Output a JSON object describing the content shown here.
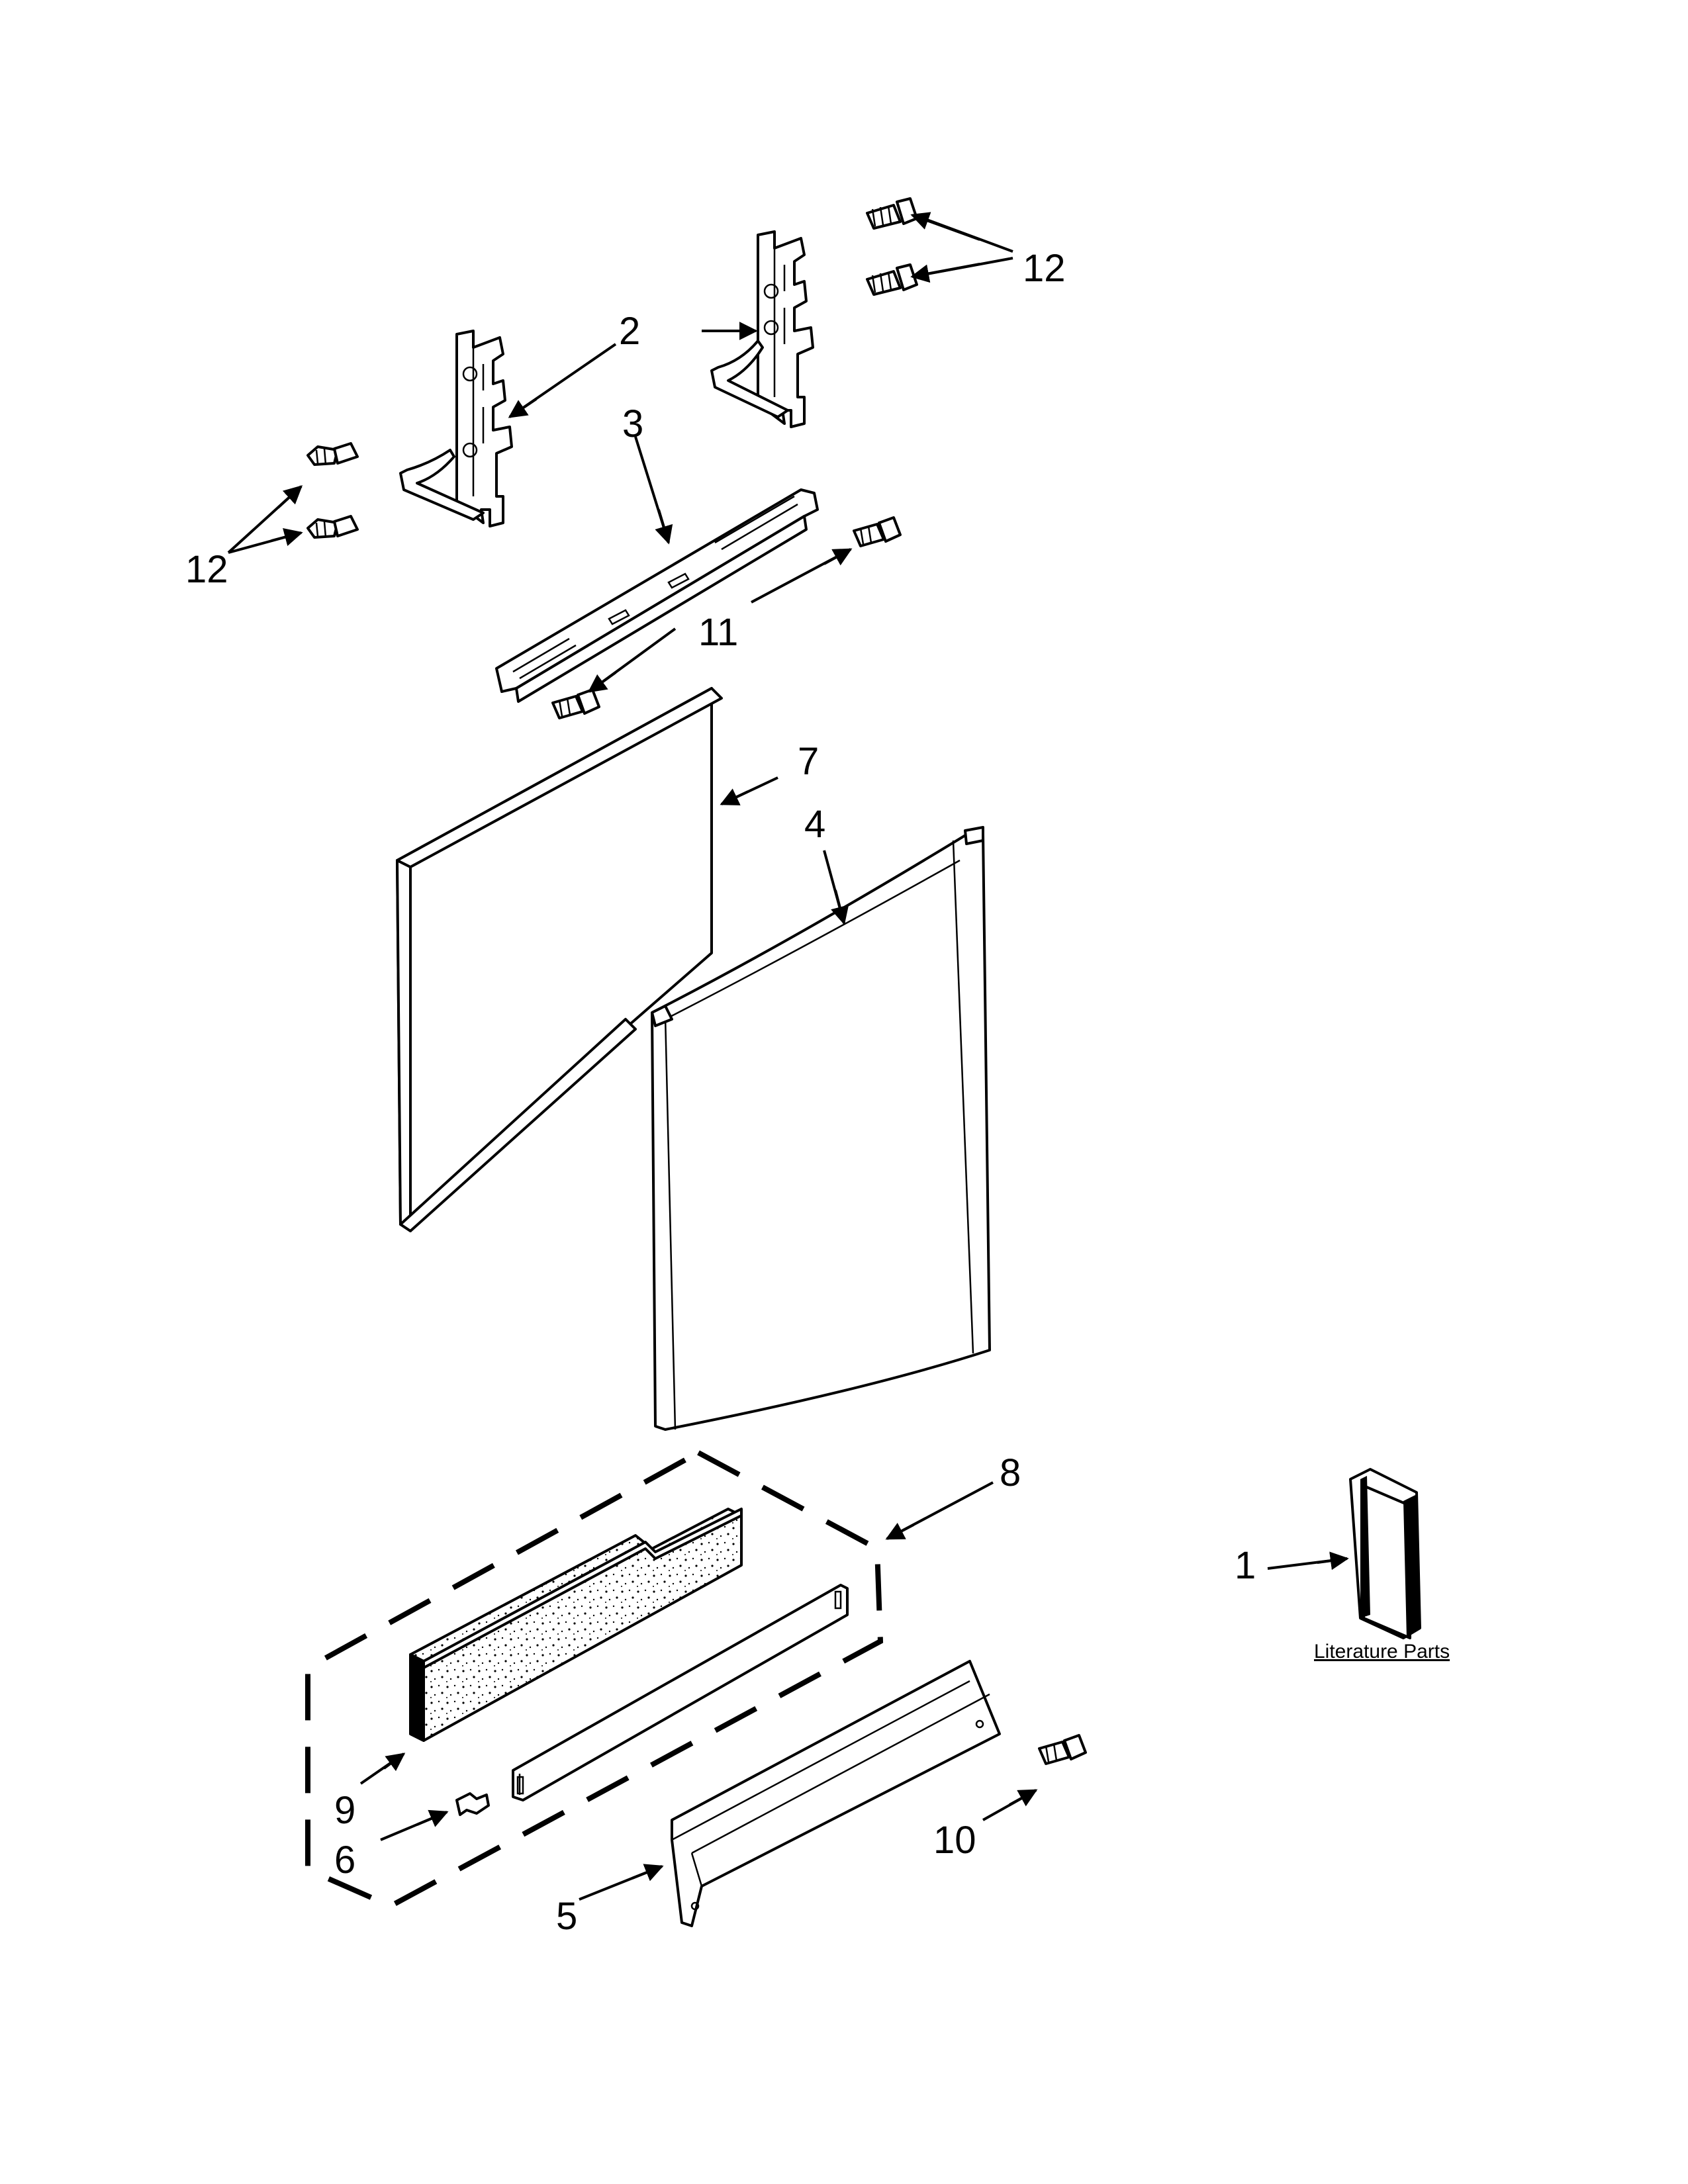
{
  "diagram": {
    "labels": {
      "p1": "1",
      "p2": "2",
      "p3": "3",
      "p4": "4",
      "p5": "5",
      "p6": "6",
      "p7": "7",
      "p8": "8",
      "p9": "9",
      "p10": "10",
      "p11": "11",
      "p12a": "12",
      "p12b": "12"
    },
    "literature_caption": "Literature Parts"
  }
}
